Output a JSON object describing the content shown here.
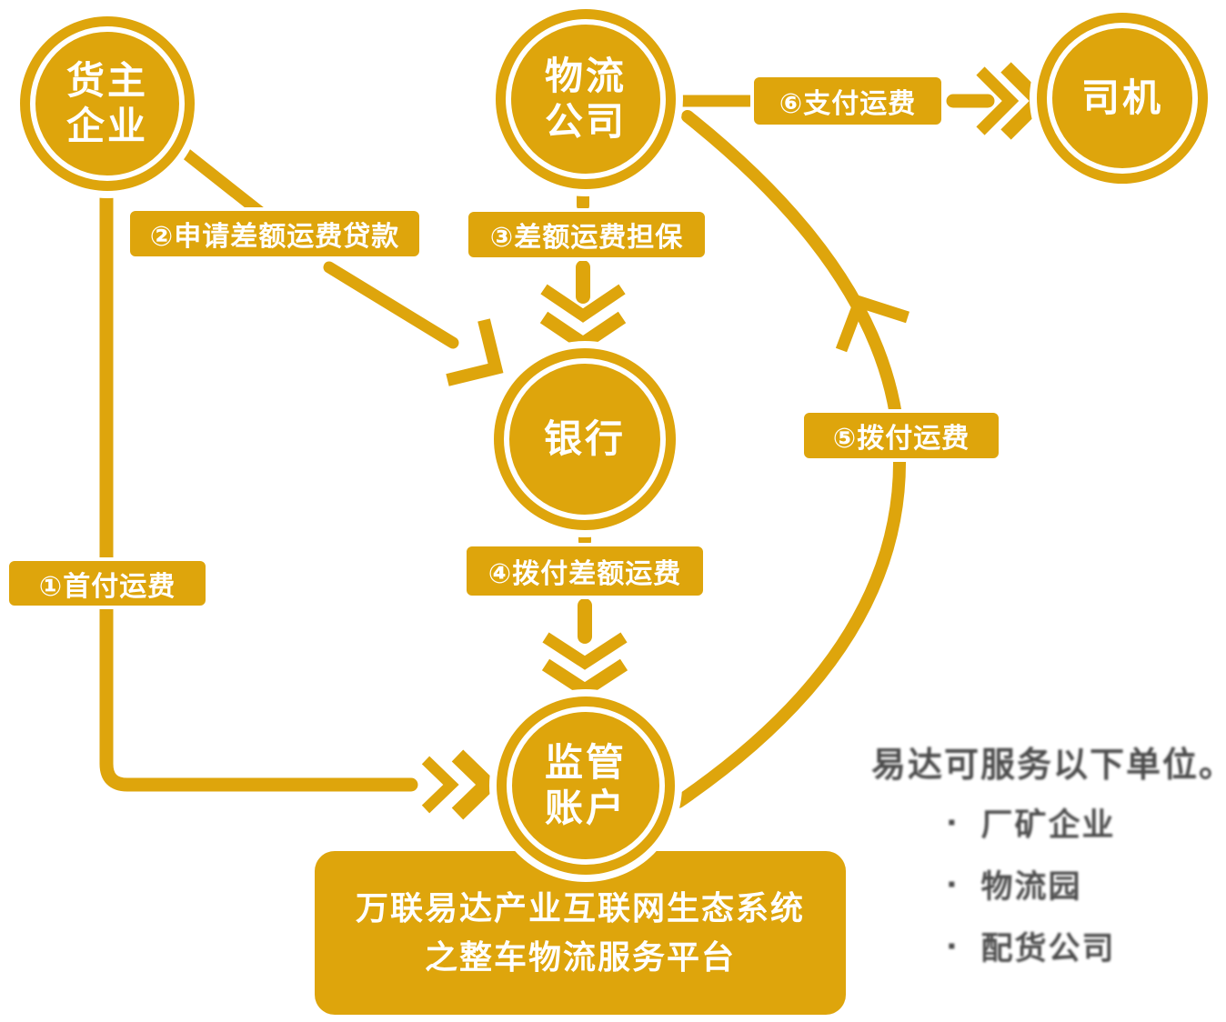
{
  "colors": {
    "gold": "#DEA50C",
    "white": "#FFFFFF",
    "ghost_text": "#3C3C3C"
  },
  "nodes": {
    "cargo_owner": {
      "line1": "货主",
      "line2": "企业"
    },
    "logistics_company": {
      "line1": "物流",
      "line2": "公司"
    },
    "driver": {
      "line1": "司机",
      "line2": ""
    },
    "bank": {
      "line1": "银行",
      "line2": ""
    },
    "escrow_account": {
      "line1": "监管",
      "line2": "账户"
    }
  },
  "steps": {
    "step1": "①首付运费",
    "step2": "②申请差额运费贷款",
    "step3": "③差额运费担保",
    "step4": "④拨付差额运费",
    "step5": "⑤拨付运费",
    "step6": "⑥支付运费"
  },
  "platform": {
    "line1": "万联易达产业互联网生态系统",
    "line2": "之整车物流服务平台"
  },
  "ghost_panel": {
    "title": "易达可服务以下单位。",
    "bullet": "▪",
    "items": [
      "厂矿企业",
      "物流园",
      "配货公司"
    ]
  }
}
